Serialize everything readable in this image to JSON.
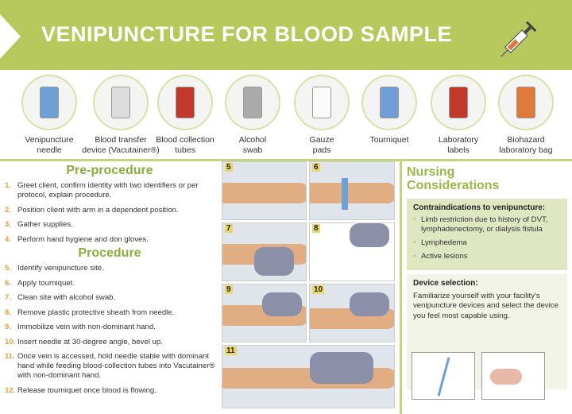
{
  "header": {
    "title": "VENIPUNCTURE FOR BLOOD SAMPLE",
    "icon": "syringe-icon"
  },
  "supplies": [
    {
      "label1": "Venipuncture",
      "label2": "needle"
    },
    {
      "label1": "Blood transfer",
      "label2": "device (Vacutainer®)"
    },
    {
      "label1": "Blood collection",
      "label2": "tubes"
    },
    {
      "label1": "Alcohol",
      "label2": "swab"
    },
    {
      "label1": "Gauze",
      "label2": "pads"
    },
    {
      "label1": "Tourniquet",
      "label2": ""
    },
    {
      "label1": "Laboratory",
      "label2": "labels"
    },
    {
      "label1": "Biohazard",
      "label2": "laboratory bag"
    }
  ],
  "pre": {
    "title": "Pre-procedure",
    "steps": [
      {
        "n": "1.",
        "t": "Greet client, confirm identity with two identifiers or per protocol, explain procedure."
      },
      {
        "n": "2.",
        "t": "Position client with arm in a dependent position."
      },
      {
        "n": "3.",
        "t": "Gather supplies."
      },
      {
        "n": "4.",
        "t": "Perform hand hygiene and don gloves."
      }
    ]
  },
  "proc": {
    "title": "Procedure",
    "steps": [
      {
        "n": "5.",
        "t": "Identify venipuncture site."
      },
      {
        "n": "6.",
        "t": "Apply tourniquet."
      },
      {
        "n": "7.",
        "t": "Clean site with alcohol swab."
      },
      {
        "n": "8.",
        "t": "Remove plastic protective sheath from needle."
      },
      {
        "n": "9.",
        "t": "Immobilize vein with non-dominant hand."
      },
      {
        "n": "10.",
        "t": "Insert needle at 30-degree angle, bevel up."
      },
      {
        "n": "11.",
        "t": "Once vein is accessed, hold needle stable with dominant hand while feeding blood-collection tubes into Vacutainer® with non-dominant hand."
      },
      {
        "n": "12.",
        "t": "Release tourniquet once blood is flowing."
      }
    ]
  },
  "photos": [
    "5",
    "6",
    "7",
    "8",
    "9",
    "10",
    "11"
  ],
  "nursing": {
    "title1": "Nursing",
    "title2": "Considerations",
    "contra_title": "Contraindications to venipuncture:",
    "contra": [
      "Limb restriction due to history of DVT, lymphadenectomy, or dialysis fistula",
      "Lymphedema",
      "Active lesions"
    ],
    "device_title": "Device selection:",
    "device_text": "Familiarize yourself with your facility's venipuncture devices and select the device you feel most capable using."
  }
}
